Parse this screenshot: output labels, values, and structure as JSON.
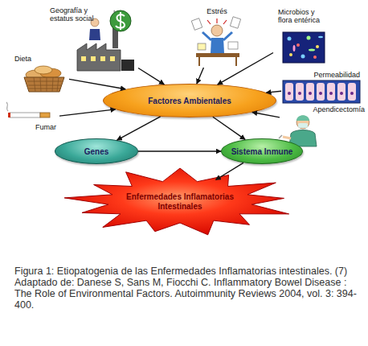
{
  "diagram": {
    "caption": "Figura 1: Etiopatogenia de las Enfermedades Inflamatorias intestinales. (7)",
    "nodes": [
      {
        "text": [
          "Dieta"
        ]
      },
      {
        "text": [
          "Geografía y estatus social"
        ]
      },
      {
        "text": [
          "Estrés"
        ]
      },
      {
        "text": [
          "Microbios y flora entérica"
        ]
      },
      {
        "text": [
          "Permeabilidad"
        ]
      },
      {
        "text": [
          "Factores Ambientales"
        ]
      },
      {
        "text": [
          "Fumar"
        ]
      },
      {
        "text": [
          "Apendicectomía"
        ]
      },
      {
        "text": [
          "Genes"
        ]
      },
      {
        "text": [
          "Sistema Inmune"
        ]
      },
      {
        "text": [
          "Enfermedades Inflamatorias Intestinales"
        ]
      }
    ],
    "edges": [
      {
        "from": 0,
        "to": 5,
        "arrow": "to"
      },
      {
        "from": 1,
        "to": 5,
        "arrow": "to"
      },
      {
        "from": 2,
        "to": 5,
        "arrow": "to"
      },
      {
        "from": 3,
        "to": 5,
        "arrow": "to"
      },
      {
        "from": 4,
        "to": 5,
        "arrow": "to"
      },
      {
        "from": 6,
        "to": 5,
        "arrow": "to"
      },
      {
        "from": 7,
        "to": 5,
        "arrow": "to"
      },
      {
        "from": 5,
        "to": 8,
        "arrow": "to"
      },
      {
        "from": 5,
        "to": 9,
        "arrow": "to"
      },
      {
        "from": 8,
        "to": 9,
        "arrow": "to"
      },
      {
        "from": 9,
        "to": 10,
        "arrow": "to"
      }
    ],
    "labels": [
      "Adaptado de: Danese S, Sans M, Fiocchi C. Inflammatory Bowel Disease : The Role of Environmental Factors. Autoimmunity Reviews 2004, vol. 3: 394-400."
    ]
  }
}
